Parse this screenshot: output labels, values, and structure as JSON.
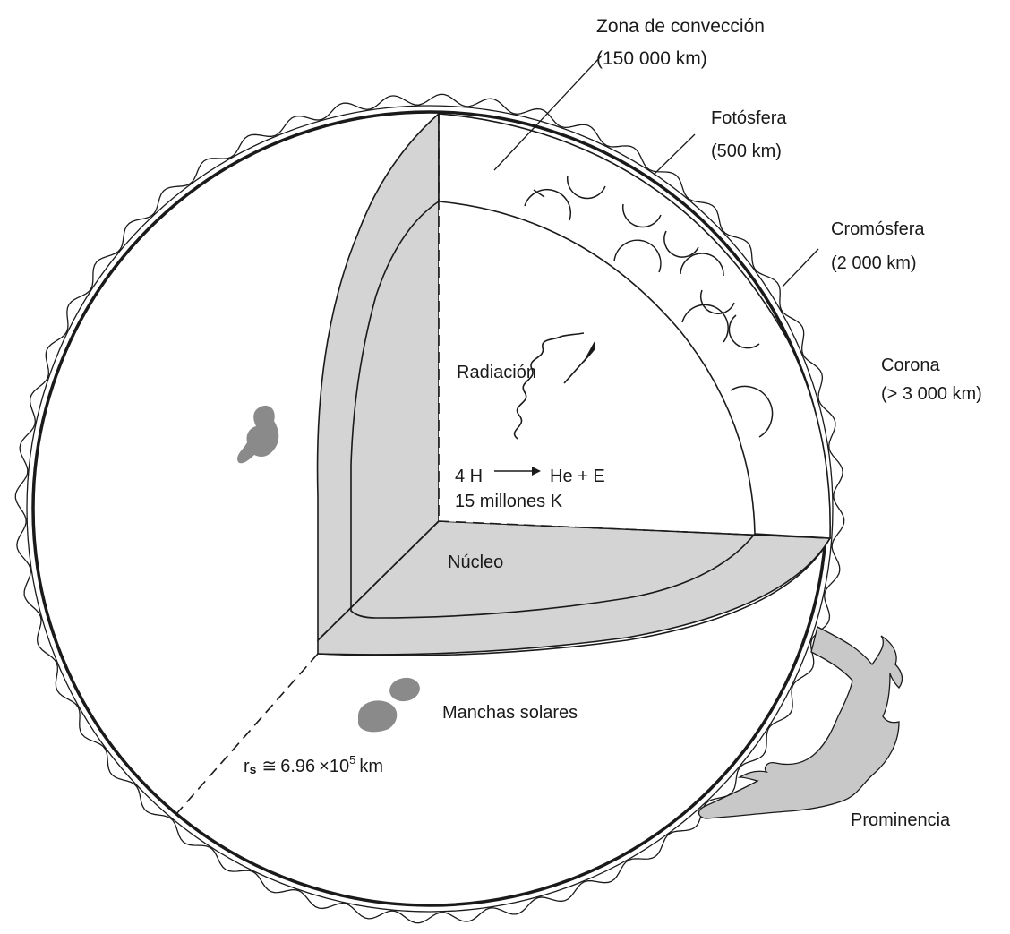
{
  "diagram": {
    "labels": {
      "convection_zone": "Zona de convección",
      "convection_zone_size": "(150 000 km)",
      "photosphere": "Fotósfera",
      "photosphere_size": "(500 km)",
      "chromosphere": "Cromósfera",
      "chromosphere_size": "(2 000 km)",
      "corona": "Corona",
      "corona_size": "(> 3 000 km)",
      "radiation": "Radiación",
      "reaction_lhs": "4 H",
      "reaction_rhs": "He + E",
      "core_temperature": "15 millones K",
      "core": "Núcleo",
      "sunspots": "Manchas solares",
      "radius_symbol": "r",
      "radius_subscript": "s",
      "radius_approx": "≅",
      "radius_mantissa": "6.96",
      "radius_times": "×",
      "radius_base": "10",
      "radius_exponent": "5",
      "radius_unit": "km",
      "prominence": "Prominencia"
    },
    "colors": {
      "line": "#1a1a1a",
      "fill_gray": "#d4d4d4",
      "spot_gray": "#8a8a8a",
      "background": "#ffffff"
    }
  }
}
